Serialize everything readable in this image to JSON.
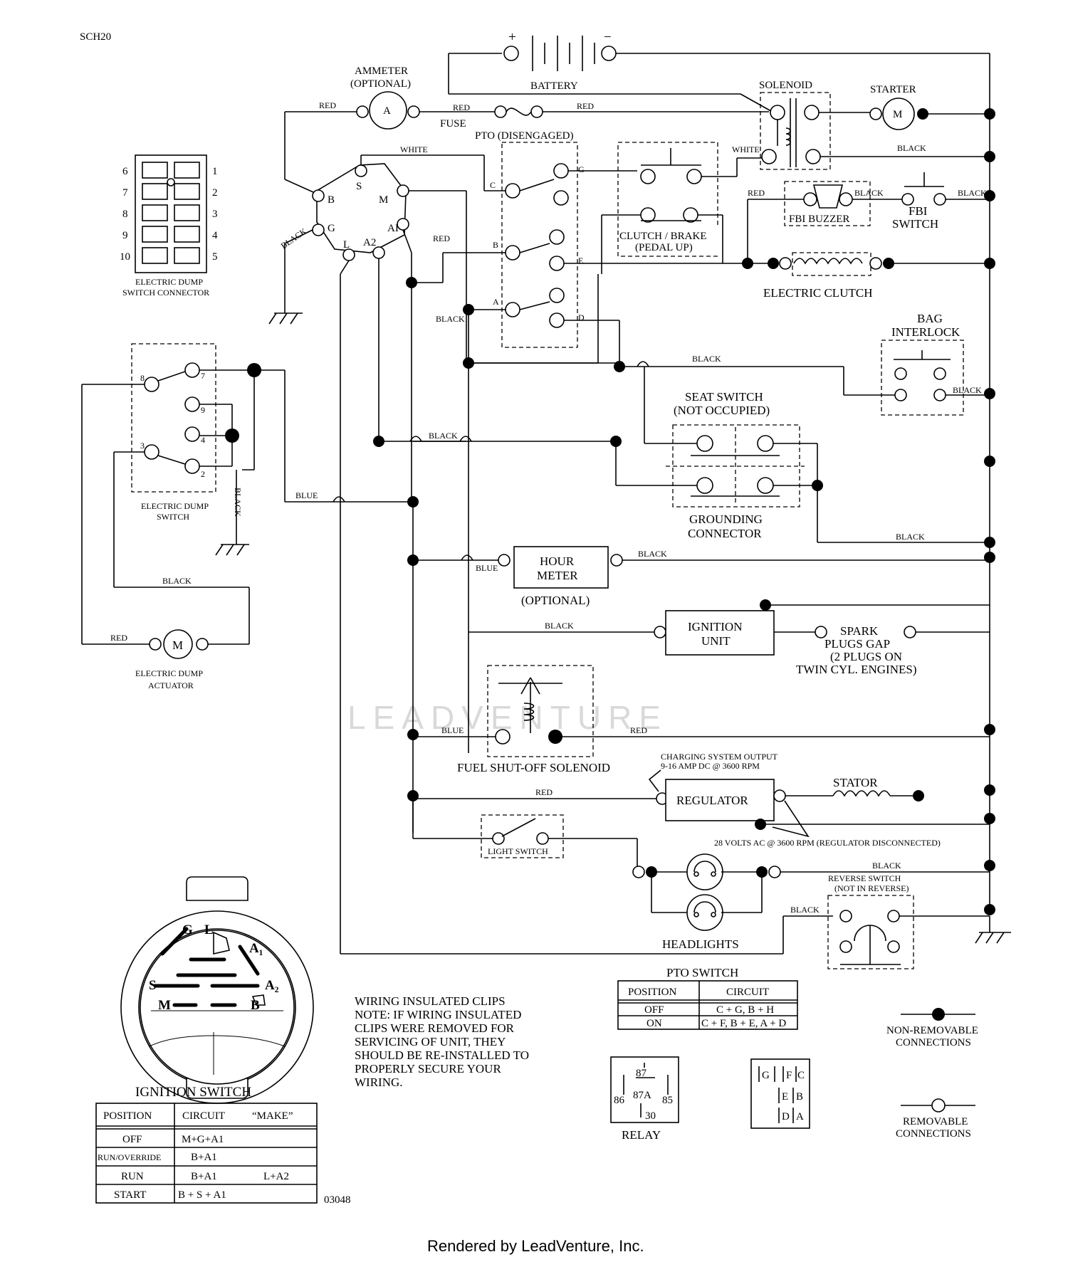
{
  "header": {
    "code": "SCH20",
    "drawing_number": "03048"
  },
  "watermark": "LEADVENTURE",
  "footer": "Rendered by LeadVenture, Inc.",
  "battery": {
    "label": "BATTERY",
    "plus": "+",
    "minus": "−"
  },
  "ammeter": {
    "title": "AMMETER",
    "subtitle": "(OPTIONAL)",
    "symbol": "A"
  },
  "fuse": "FUSE",
  "solenoid": "SOLENOID",
  "starter": {
    "label": "STARTER",
    "symbol": "M"
  },
  "pto": {
    "label": "PTO (DISENGAGED)",
    "terminals": [
      "G",
      "C",
      "B",
      "E",
      "A",
      "D"
    ]
  },
  "clutch_brake": {
    "line1": "CLUTCH / BRAKE",
    "line2": "(PEDAL UP)"
  },
  "fbi_buzzer": "FBI BUZZER",
  "fbi_switch": {
    "line1": "FBI",
    "line2": "SWITCH"
  },
  "electric_clutch": "ELECTRIC CLUTCH",
  "bag_interlock": {
    "line1": "BAG",
    "line2": "INTERLOCK"
  },
  "seat_switch": {
    "line1": "SEAT SWITCH",
    "line2": "(NOT OCCUPIED)"
  },
  "grounding_connector": {
    "line1": "GROUNDING",
    "line2": "CONNECTOR"
  },
  "hour_meter": {
    "line1": "HOUR",
    "line2": "METER",
    "note": "(OPTIONAL)"
  },
  "ignition_unit": {
    "line1": "IGNITION",
    "line2": "UNIT"
  },
  "spark_plugs": {
    "line1": "SPARK",
    "line2": "PLUGS GAP",
    "line3": "(2 PLUGS ON",
    "line4": "TWIN CYL. ENGINES)"
  },
  "fuel_solenoid": "FUEL SHUT-OFF SOLENOID",
  "charging": {
    "line1": "CHARGING SYSTEM OUTPUT",
    "line2": "9-16 AMP DC @ 3600 RPM"
  },
  "regulator": "REGULATOR",
  "stator": "STATOR",
  "regulator_note": "28 VOLTS AC @ 3600 RPM (REGULATOR DISCONNECTED)",
  "light_switch": "LIGHT SWITCH",
  "headlights": "HEADLIGHTS",
  "reverse_switch": {
    "line1": "REVERSE SWITCH",
    "line2": "(NOT IN REVERSE)"
  },
  "ignition_terminals": {
    "S": "S",
    "B": "B",
    "M": "M",
    "G": "G",
    "A1": "AI",
    "L": "L",
    "A2": "A2"
  },
  "dump_connector": {
    "left_pins": [
      "6",
      "7",
      "8",
      "9",
      "10"
    ],
    "right_pins": [
      "1",
      "2",
      "3",
      "4",
      "5"
    ],
    "line1": "ELECTRIC DUMP",
    "line2": "SWITCH CONNECTOR"
  },
  "dump_switch": {
    "pins": [
      "8",
      "7",
      "9",
      "4",
      "3",
      "2"
    ],
    "line1": "ELECTRIC DUMP",
    "line2": "SWITCH"
  },
  "dump_actuator": {
    "line1": "ELECTRIC DUMP",
    "line2": "ACTUATOR",
    "symbol": "M"
  },
  "wire_labels": {
    "red": "RED",
    "white": "WHITE",
    "black": "BLACK",
    "blue": "BLUE"
  },
  "ignition_switch_face": {
    "G": "G",
    "L": "L",
    "A1": "A₁",
    "A2": "A₂",
    "S": "S",
    "M": "M",
    "B": "B"
  },
  "ignition_table": {
    "title": "IGNITION SWITCH",
    "headers": [
      "POSITION",
      "CIRCUIT",
      "“MAKE”"
    ],
    "rows": [
      [
        "OFF",
        "M+G+A1",
        ""
      ],
      [
        "RUN/OVERRIDE",
        "B+A1",
        ""
      ],
      [
        "RUN",
        "B+A1",
        "L+A2"
      ],
      [
        "START",
        "B + S + A1",
        ""
      ]
    ]
  },
  "wiring_note": {
    "line1": "WIRING INSULATED CLIPS",
    "line2": "NOTE:  IF WIRING INSULATED",
    "line3": "CLIPS WERE REMOVED FOR",
    "line4": "SERVICING OF UNIT, THEY",
    "line5": "SHOULD BE RE-INSTALLED TO",
    "line6": "PROPERLY SECURE YOUR",
    "line7": "WIRING."
  },
  "pto_table": {
    "title": "PTO SWITCH",
    "headers": [
      "POSITION",
      "CIRCUIT"
    ],
    "rows": [
      [
        "OFF",
        "C + G, B + H"
      ],
      [
        "ON",
        "C + F, B + E, A + D"
      ]
    ]
  },
  "relay": {
    "label": "RELAY",
    "pins": [
      "87",
      "86",
      "87A",
      "85",
      "30"
    ]
  },
  "pto_pins": {
    "pins": [
      "G",
      "F",
      "C",
      "E",
      "B",
      "D",
      "A"
    ]
  },
  "legend": {
    "non_removable": {
      "line1": "NON-REMOVABLE",
      "line2": "CONNECTIONS"
    },
    "removable": {
      "line1": "REMOVABLE",
      "line2": "CONNECTIONS"
    }
  }
}
